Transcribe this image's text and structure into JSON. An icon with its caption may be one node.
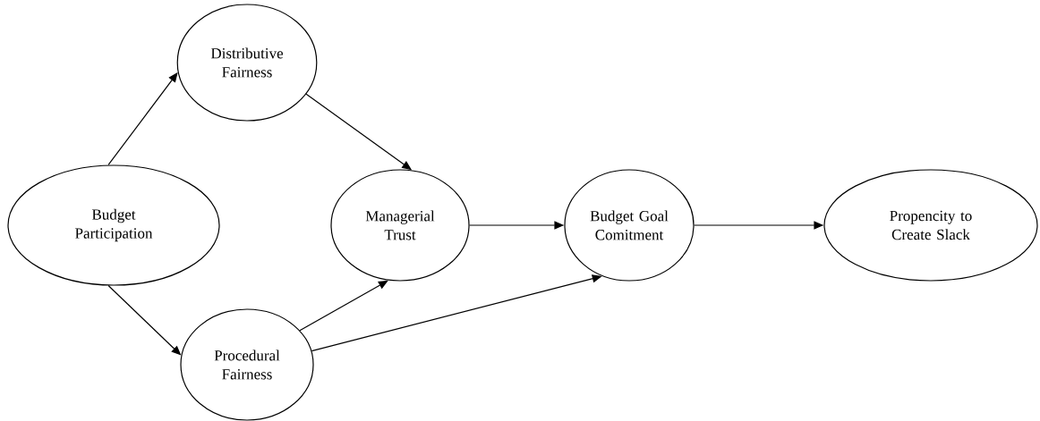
{
  "diagram": {
    "nodes": [
      {
        "text": [
          "Budget Participation"
        ]
      },
      {
        "text": [
          "Distributive Fairness"
        ]
      },
      {
        "text": [
          "Managerial Trust"
        ]
      },
      {
        "text": [
          "Procedural Fairness"
        ]
      },
      {
        "text": [
          "Budget Goal Comitment"
        ]
      },
      {
        "text": [
          "Propencity to Create Slack"
        ]
      }
    ],
    "edges": [
      {
        "from": 0,
        "to": 1,
        "arrow": "to"
      },
      {
        "from": 1,
        "to": 2,
        "arrow": "to"
      },
      {
        "from": 0,
        "to": 3,
        "arrow": "to"
      },
      {
        "from": 3,
        "to": 2,
        "arrow": "to"
      },
      {
        "from": 2,
        "to": 4,
        "arrow": "to"
      },
      {
        "from": 3,
        "to": 4,
        "arrow": "to"
      },
      {
        "from": 4,
        "to": 5,
        "arrow": "to"
      }
    ]
  }
}
